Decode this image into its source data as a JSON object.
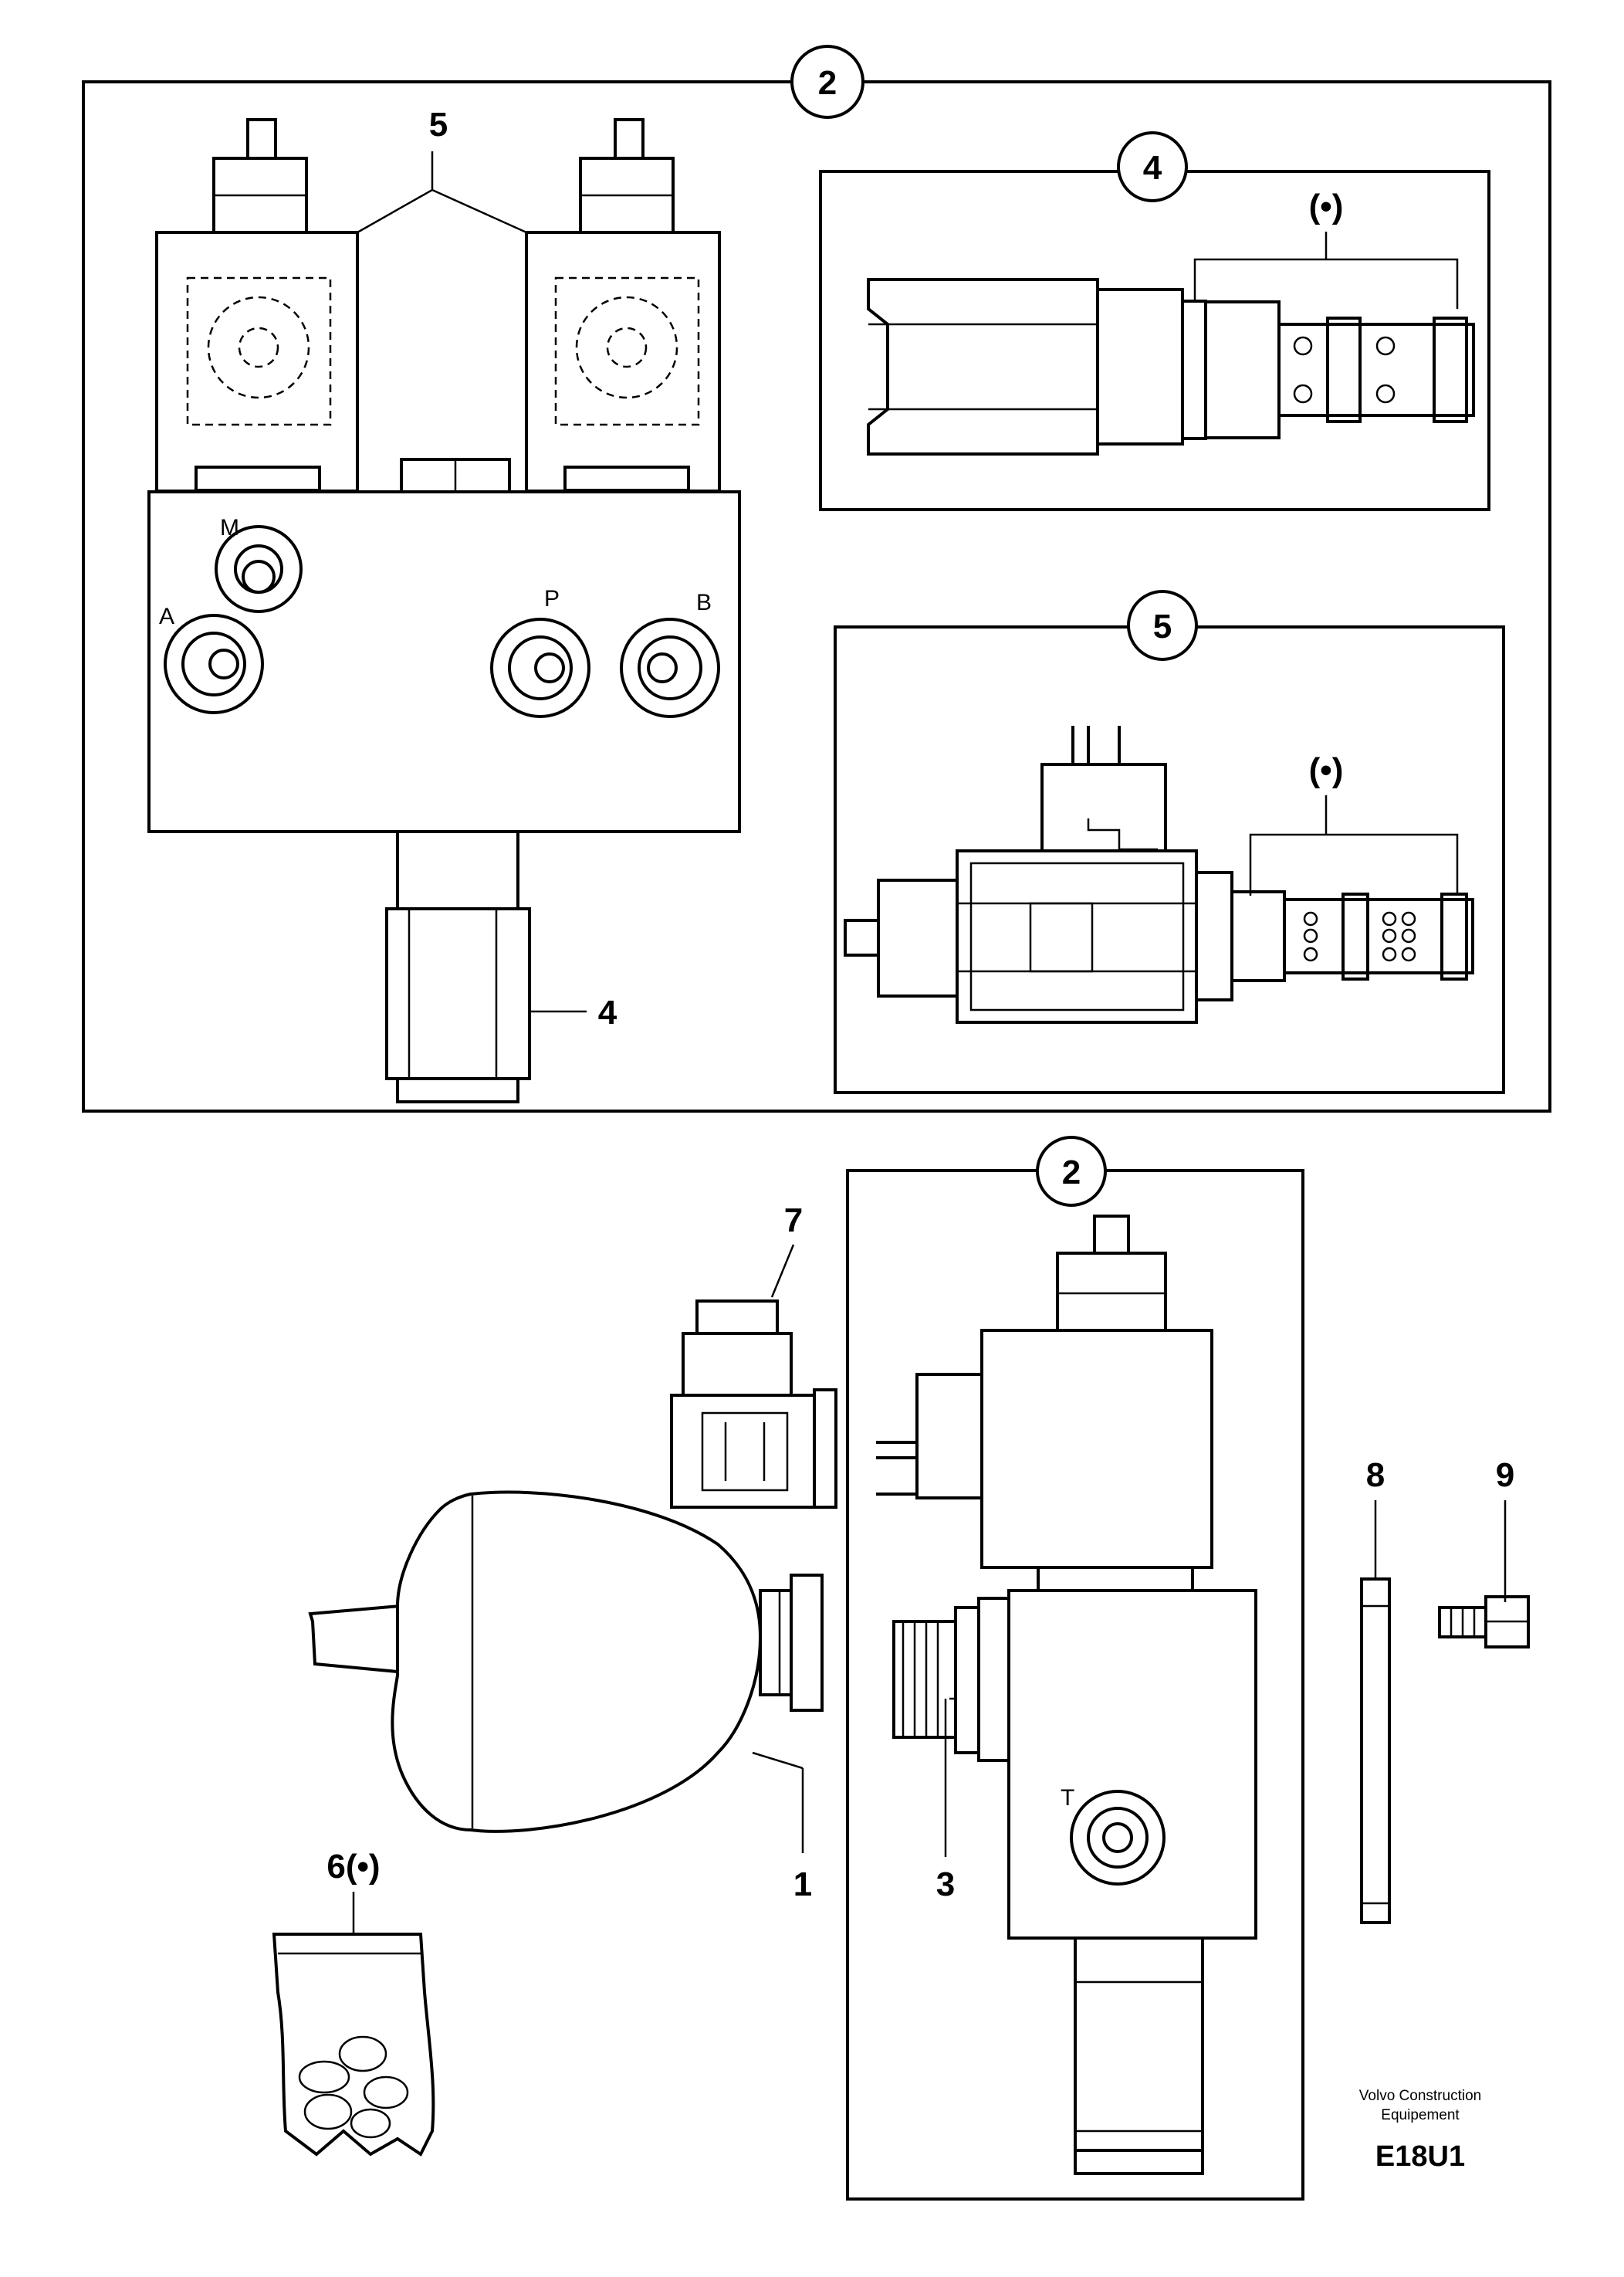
{
  "callouts": {
    "upper_frame": "2",
    "solenoid_group": "5",
    "detail4_frame": "4",
    "detail4_note": "(•)",
    "detail5_frame": "5",
    "detail5_note": "(•)",
    "cartridge": "4",
    "lower_frame": "2",
    "connector": "7",
    "washer": "8",
    "bolt": "9",
    "seal_kit": "6(•)",
    "accumulator": "1",
    "fitting": "3"
  },
  "ports": {
    "m": "M",
    "a": "A",
    "p": "P",
    "b": "B",
    "t": "T"
  },
  "credit": {
    "line1": "Volvo Construction",
    "line2": "Equipement",
    "code": "E18U1"
  }
}
